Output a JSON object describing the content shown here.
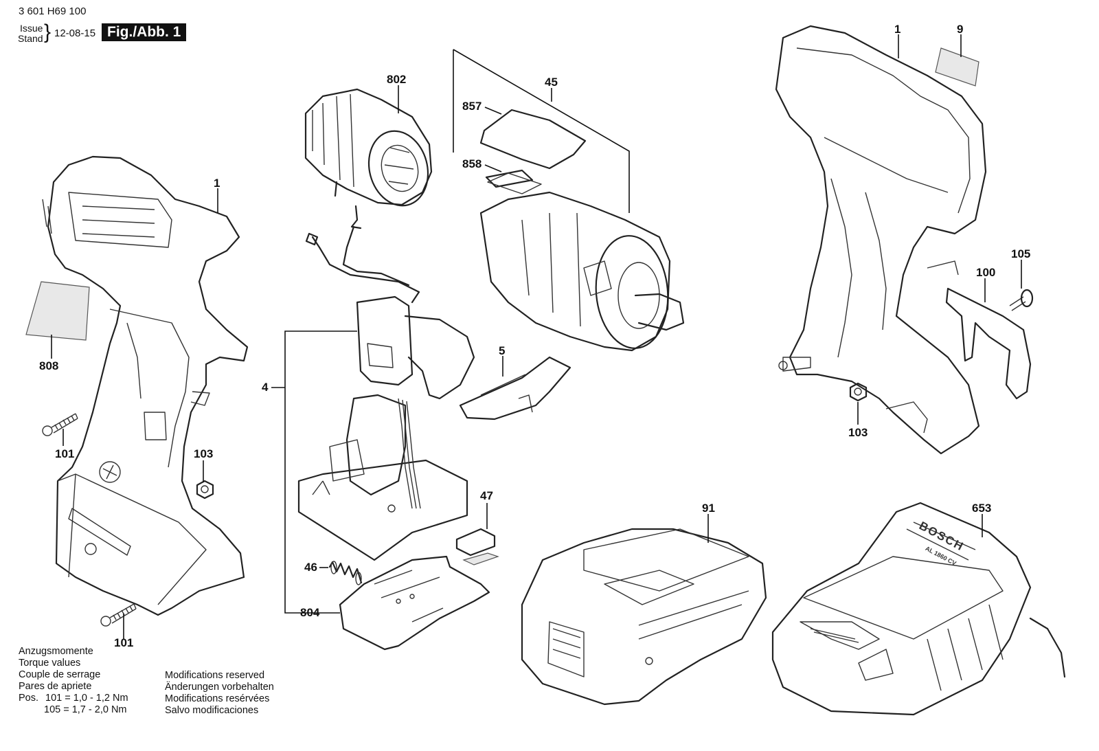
{
  "header": {
    "doc_number": "3 601 H69 100",
    "issue_label": "Issue",
    "stand_label": "Stand",
    "issue_date": "12-08-15",
    "figure_label": "Fig./Abb. 1"
  },
  "part_labels": [
    "1",
    "9",
    "45",
    "802",
    "857",
    "858",
    "808",
    "1",
    "4",
    "5",
    "101",
    "103",
    "100",
    "105",
    "103",
    "47",
    "46",
    "804",
    "91",
    "653",
    "101"
  ],
  "torque_notes": {
    "lines": [
      "Anzugsmomente",
      "Torque values",
      "Couple de serrage",
      "Pares de apriete"
    ],
    "pos_label": "Pos.",
    "values": [
      "101 =  1,0 - 1,2 Nm",
      "105 =  1,7 - 2,0 Nm"
    ]
  },
  "modification_notes": [
    "Modifications reserved",
    "Änderungen vorbehalten",
    "Modifications resérvées",
    "Salvo modificaciones"
  ],
  "charger_brand": "BOSCH",
  "charger_model": "AL 1860 CV"
}
